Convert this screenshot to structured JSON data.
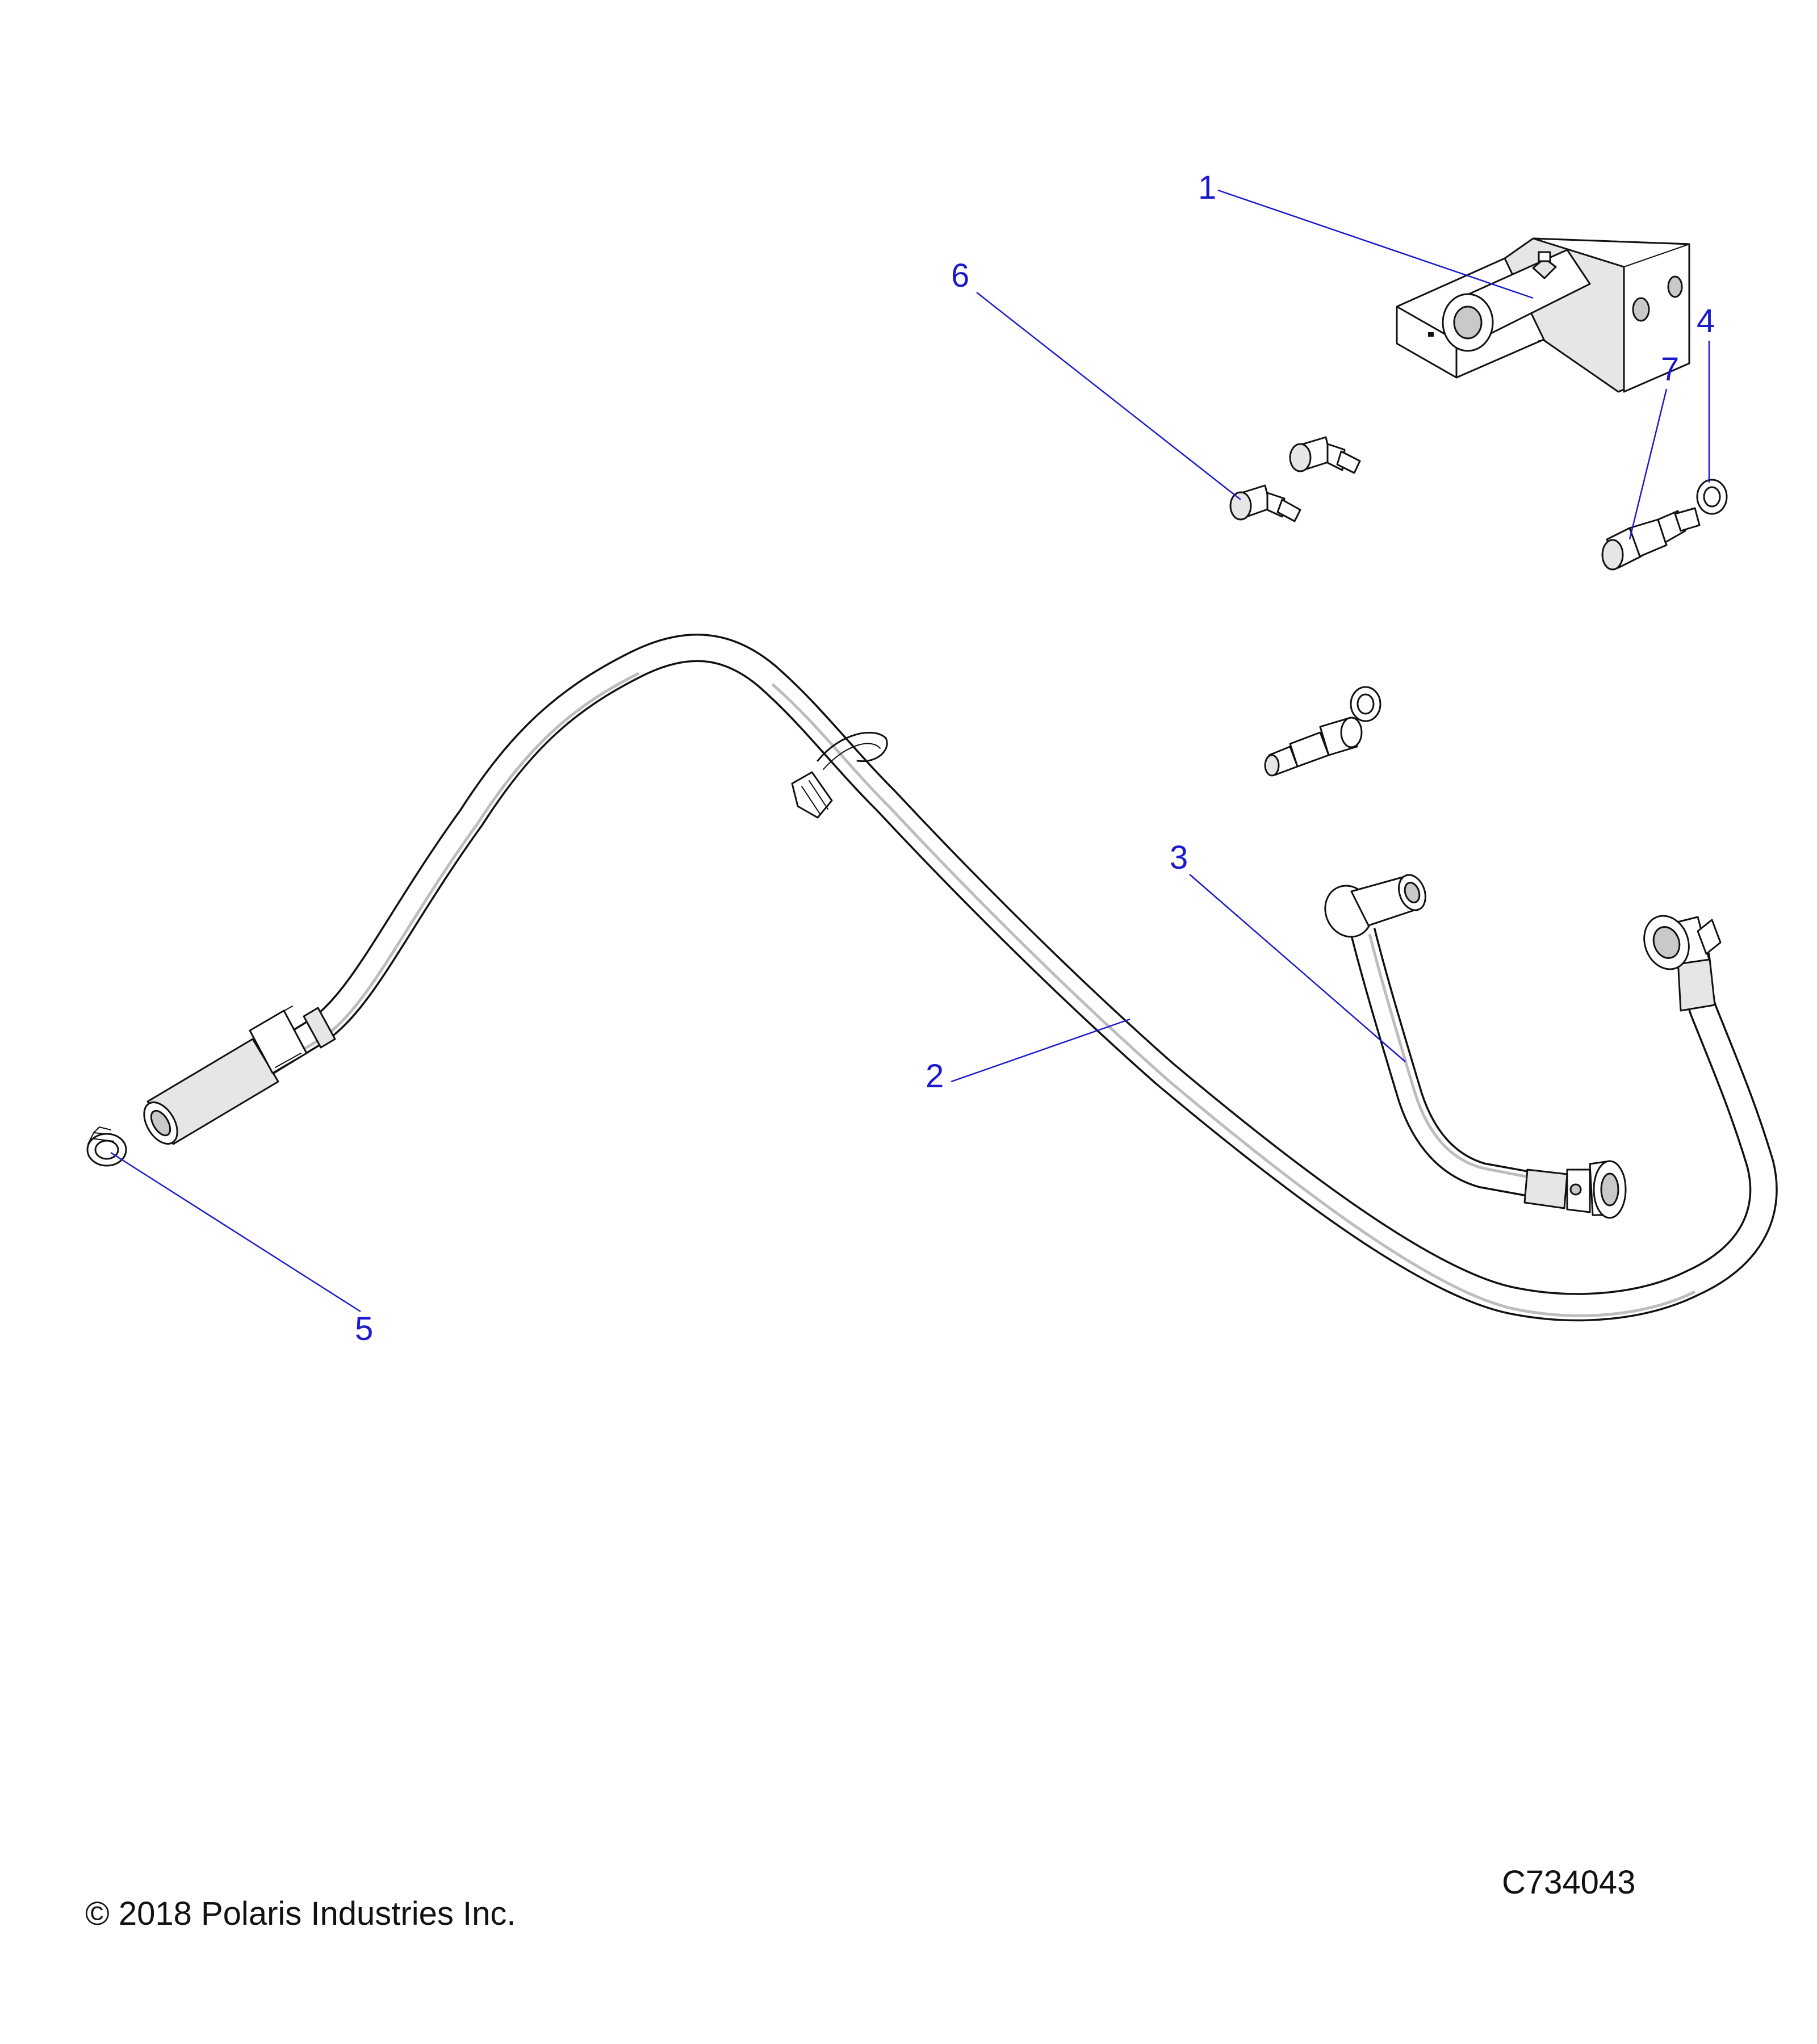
{
  "callouts": [
    {
      "id": "1",
      "label": "1",
      "part": "bracket"
    },
    {
      "id": "2",
      "label": "2",
      "part": "main-fuel-line"
    },
    {
      "id": "3",
      "label": "3",
      "part": "short-fuel-hose"
    },
    {
      "id": "4",
      "label": "4",
      "part": "washer"
    },
    {
      "id": "5",
      "label": "5",
      "part": "hose-clamp"
    },
    {
      "id": "6",
      "label": "6",
      "part": "bolt"
    },
    {
      "id": "7",
      "label": "7",
      "part": "fitting"
    }
  ],
  "footer": {
    "copyright": "© 2018 Polaris Industries Inc.",
    "diagram_code": "C734043"
  },
  "colors": {
    "callout": "#1a1acc",
    "ink": "#111111",
    "background": "#ffffff"
  }
}
